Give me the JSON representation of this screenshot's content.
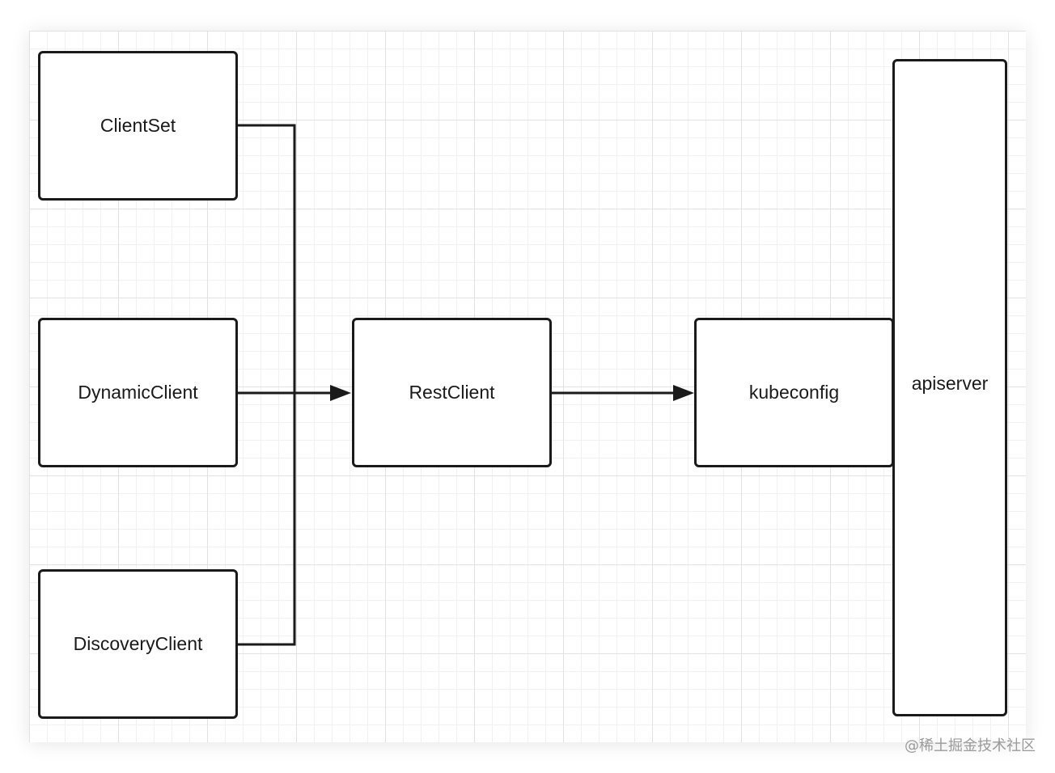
{
  "nodes": {
    "clientset": "ClientSet",
    "dynamicclient": "DynamicClient",
    "discoveryclient": "DiscoveryClient",
    "restclient": "RestClient",
    "kubeconfig": "kubeconfig",
    "apiserver": "apiserver"
  },
  "edges": [
    {
      "from": "ClientSet",
      "to": "RestClient"
    },
    {
      "from": "DynamicClient",
      "to": "RestClient"
    },
    {
      "from": "DiscoveryClient",
      "to": "RestClient"
    },
    {
      "from": "RestClient",
      "to": "kubeconfig"
    }
  ],
  "watermark": "@稀土掘金技术社区",
  "colors": {
    "stroke": "#1a1a1a",
    "grid_major": "#e2e2e2",
    "grid_minor": "#f1f1f1"
  }
}
